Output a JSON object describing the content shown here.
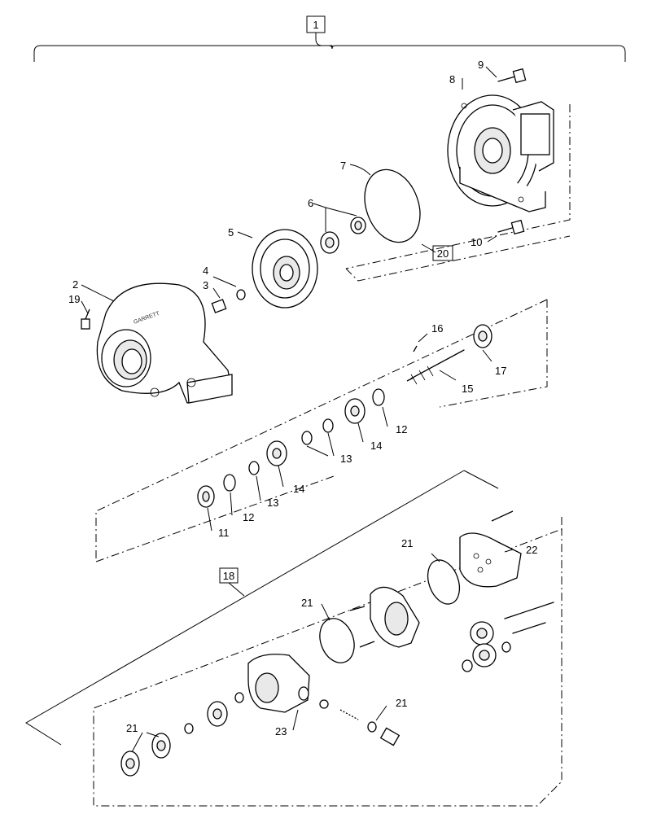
{
  "callouts": {
    "c1": "1",
    "c2": "2",
    "c3": "3",
    "c4": "4",
    "c5": "5",
    "c6": "6",
    "c7": "7",
    "c8": "8",
    "c9": "9",
    "c10": "10",
    "c11": "11",
    "c12a": "12",
    "c12b": "12",
    "c13a": "13",
    "c13b": "13",
    "c14a": "14",
    "c14b": "14",
    "c15": "15",
    "c16": "16",
    "c17": "17",
    "c18": "18",
    "c19": "19",
    "c20": "20",
    "c21a": "21",
    "c21b": "21",
    "c21c": "21",
    "c21d": "21",
    "c22": "22",
    "c23": "23"
  },
  "housing_lettering": "GARRETT"
}
